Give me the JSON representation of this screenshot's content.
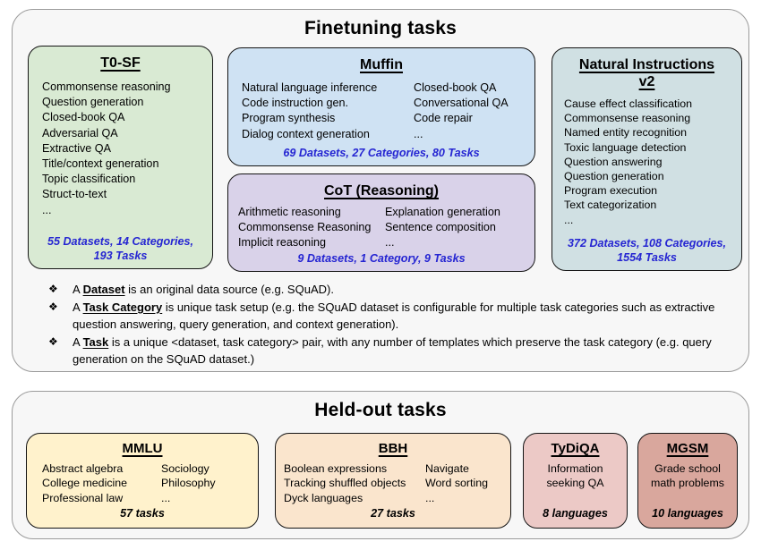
{
  "finetuning": {
    "title": "Finetuning tasks",
    "bullet_glyph": "❖",
    "boxes": {
      "t0sf": {
        "title": "T0-SF",
        "items": [
          "Commonsense reasoning",
          "Question generation",
          "Closed-book QA",
          "Adversarial QA",
          "Extractive QA",
          "Title/context generation",
          "Topic classification",
          "Struct-to-text",
          "..."
        ],
        "summary": "55 Datasets, 14 Categories, 193 Tasks"
      },
      "muffin": {
        "title": "Muffin",
        "col1": [
          "Natural language inference",
          "Code instruction gen.",
          "Program synthesis",
          "Dialog context generation"
        ],
        "col2": [
          "Closed-book QA",
          "Conversational QA",
          "Code repair",
          "..."
        ],
        "summary": "69 Datasets, 27 Categories, 80 Tasks"
      },
      "cot": {
        "title": "CoT (Reasoning)",
        "col1": [
          "Arithmetic reasoning",
          "Commonsense Reasoning",
          "Implicit reasoning"
        ],
        "col2": [
          "Explanation generation",
          "Sentence composition",
          "..."
        ],
        "summary": "9 Datasets, 1 Category, 9 Tasks"
      },
      "niv2": {
        "title": "Natural Instructions v2",
        "items": [
          "Cause effect classification",
          "Commonsense reasoning",
          "Named entity recognition",
          "Toxic language detection",
          "Question answering",
          "Question generation",
          "Program execution",
          "Text categorization",
          "..."
        ],
        "summary": "372 Datasets, 108 Categories, 1554 Tasks"
      }
    },
    "definitions": [
      {
        "before": "A ",
        "term": "Dataset",
        "after": " is an original data source (e.g. SQuAD)."
      },
      {
        "before": "A ",
        "term": "Task Category",
        "after": " is unique task setup (e.g. the SQuAD dataset is configurable for multiple task categories such as extractive question answering, query generation, and context generation)."
      },
      {
        "before": "A ",
        "term": "Task",
        "after": " is a unique <dataset, task category> pair, with any number of templates which preserve the task category (e.g. query generation on the SQuAD dataset.)"
      }
    ]
  },
  "heldout": {
    "title": "Held-out tasks",
    "boxes": {
      "mmlu": {
        "title": "MMLU",
        "col1": [
          "Abstract algebra",
          "College medicine",
          "Professional law"
        ],
        "col2": [
          "Sociology",
          "Philosophy",
          "..."
        ],
        "summary": "57 tasks"
      },
      "bbh": {
        "title": "BBH",
        "col1": [
          "Boolean expressions",
          "Tracking shuffled objects",
          "Dyck languages"
        ],
        "col2": [
          "Navigate",
          "Word sorting",
          "..."
        ],
        "summary": "27 tasks"
      },
      "tydiqa": {
        "title": "TyDiQA",
        "desc": "Information seeking QA",
        "summary": "8 languages"
      },
      "mgsm": {
        "title": "MGSM",
        "desc": "Grade school math problems",
        "summary": "10 languages"
      }
    }
  },
  "colors": {
    "panel_bg": "#f7f7f7",
    "panel_border": "#9b9b9b",
    "box_border": "#141414",
    "summary_blue": "#2525d2",
    "t0sf_bg": "#d9ead3",
    "muffin_bg": "#cfe2f3",
    "cot_bg": "#d9d2e9",
    "niv2_bg": "#d0e0e3",
    "mmlu_bg": "#fff2cc",
    "bbh_bg": "#fae5cd",
    "tydiqa_bg": "#ecc9c6",
    "mgsm_bg": "#d9a79d"
  }
}
